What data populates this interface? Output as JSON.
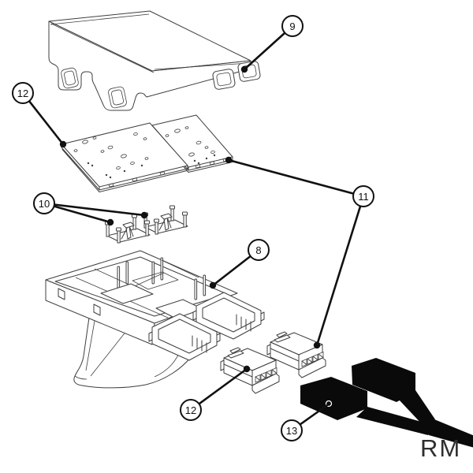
{
  "figure": {
    "watermark": "RM",
    "colors": {
      "background": "#ffffff",
      "line": "#3f3f3f",
      "callout": "#111111",
      "harness": "#0a0a0a"
    }
  },
  "callouts": {
    "c9": {
      "label": "9"
    },
    "c12_top": {
      "label": "12"
    },
    "c10": {
      "label": "10"
    },
    "c11": {
      "label": "11"
    },
    "c8": {
      "label": "8"
    },
    "c12_bottom": {
      "label": "12"
    },
    "c13": {
      "label": "13"
    }
  }
}
